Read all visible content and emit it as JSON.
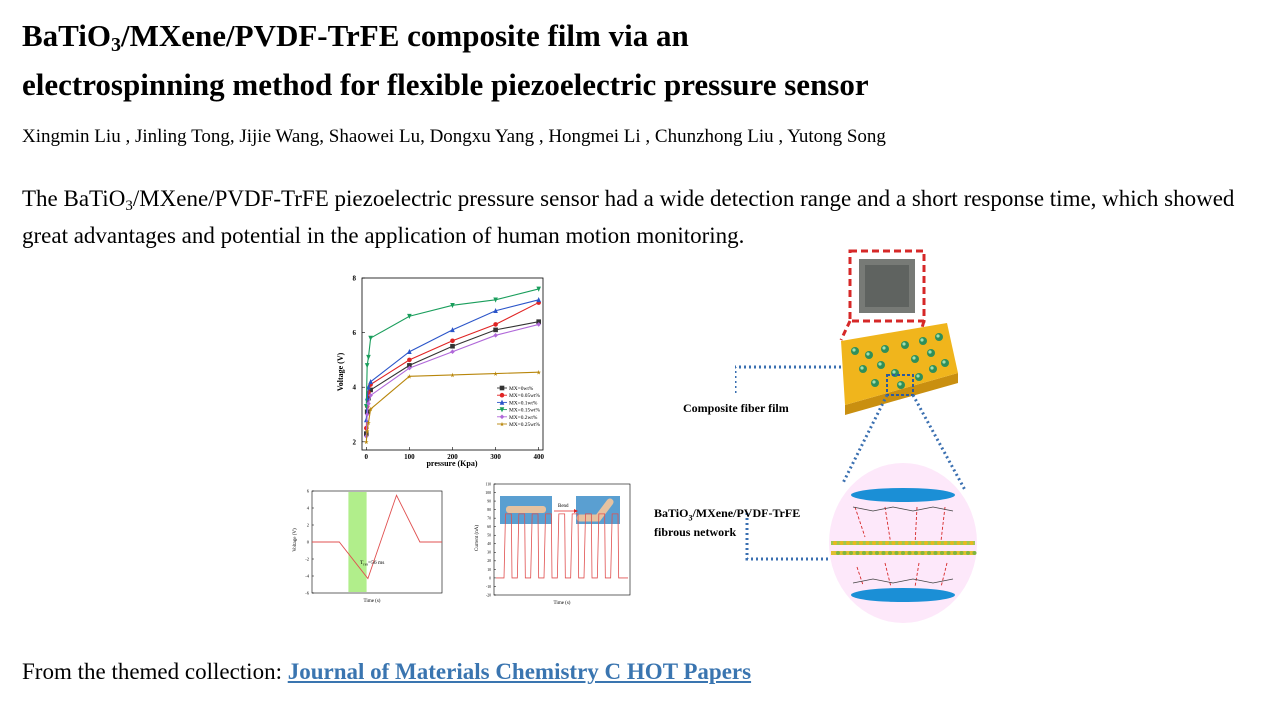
{
  "paper": {
    "title_part1": "BaTiO",
    "title_sub": "3",
    "title_part2": "/MXene/PVDF-TrFE composite film via an",
    "title_line2": "electrospinning method for flexible piezoelectric pressure sensor",
    "authors": "Xingmin Liu , Jinling Tong, Jijie Wang, Shaowei Lu, Dongxu Yang , Hongmei Li , Chunzhong Liu ,  Yutong Song",
    "abstract_part1": "The BaTiO",
    "abstract_sub": "3",
    "abstract_part2": "/MXene/PVDF-TrFE piezoelectric pressure sensor had a wide detection range and a short response time, which showed great advantages and potential in the application of human motion monitoring.",
    "footer_prefix": "From the themed collection: ",
    "footer_link": "Journal of Materials Chemistry C HOT Papers"
  },
  "graphic": {
    "composite_label": "Composite fiber film",
    "network_label_part1": "BaTiO",
    "network_label_sub": "3",
    "network_label_part2": "/MXene/PVDF-TrFE",
    "network_label_line2": "fibrous network",
    "bend_label": "Bend",
    "tres_label": "T",
    "tres_sub": "res",
    "tres_value": "=56 ms",
    "film_color": "#f0b51c",
    "sphere_color": "#fde8fa",
    "highlight_color": "#d62828"
  },
  "chart_data": [
    {
      "type": "line",
      "xlabel": "pressure (Kpa)",
      "ylabel": "Voltage (V)",
      "xlim": [
        -10,
        410
      ],
      "ylim": [
        1.7,
        8
      ],
      "xticks": [
        0,
        100,
        200,
        300,
        400
      ],
      "yticks": [
        2,
        4,
        6,
        8
      ],
      "legend_position": "bottom-right",
      "x": [
        0,
        2,
        5,
        10,
        100,
        200,
        300,
        400
      ],
      "series": [
        {
          "name": "MX=0wt%",
          "color": "#333333",
          "marker": "square",
          "values": [
            2.3,
            3.1,
            3.6,
            3.9,
            4.8,
            5.5,
            6.1,
            6.4
          ]
        },
        {
          "name": "MX=0.05wt%",
          "color": "#e02424",
          "marker": "circle",
          "values": [
            2.5,
            3.3,
            3.8,
            4.1,
            5.0,
            5.7,
            6.3,
            7.1
          ]
        },
        {
          "name": "MX=0.1wt%",
          "color": "#2b55c9",
          "marker": "triangle-up",
          "values": [
            2.8,
            3.6,
            4.0,
            4.2,
            5.3,
            6.1,
            6.8,
            7.2
          ]
        },
        {
          "name": "MX=0.15wt%",
          "color": "#1a9e5c",
          "marker": "triangle-down",
          "values": [
            3.3,
            4.8,
            5.1,
            5.8,
            6.6,
            7.0,
            7.2,
            7.6
          ]
        },
        {
          "name": "MX=0.2wt%",
          "color": "#b068d9",
          "marker": "diamond",
          "values": [
            2.2,
            3.0,
            3.4,
            3.7,
            4.7,
            5.3,
            5.9,
            6.3
          ]
        },
        {
          "name": "MX=0.25wt%",
          "color": "#b8860b",
          "marker": "star",
          "values": [
            2.0,
            2.4,
            2.7,
            3.2,
            4.4,
            4.45,
            4.5,
            4.55
          ]
        }
      ]
    },
    {
      "type": "line",
      "xlabel": "Time (s)",
      "ylabel": "Voltage (V)",
      "ylim": [
        -6,
        6
      ],
      "yticks": [
        -6,
        -4,
        -2,
        0,
        2,
        4,
        6
      ],
      "xlim": [
        0,
        10
      ],
      "x": [
        0,
        2.1,
        4.3,
        6.5,
        8.3,
        10
      ],
      "series": [
        {
          "color": "#e05050",
          "values": [
            0,
            0,
            -4.3,
            5.5,
            0,
            0
          ]
        }
      ],
      "shaded_band": [
        2.8,
        4.2
      ]
    },
    {
      "type": "line",
      "xlabel": "Time (s)",
      "ylabel": "Current (nA)",
      "ylim": [
        -20,
        110
      ],
      "yticks": [
        -20,
        -10,
        0,
        10,
        20,
        30,
        40,
        50,
        60,
        70,
        80,
        90,
        100,
        110
      ],
      "series": [
        {
          "color": "#e05050",
          "pattern": "square pulses",
          "low": 0,
          "high": 75,
          "cycles": 9
        }
      ]
    }
  ]
}
